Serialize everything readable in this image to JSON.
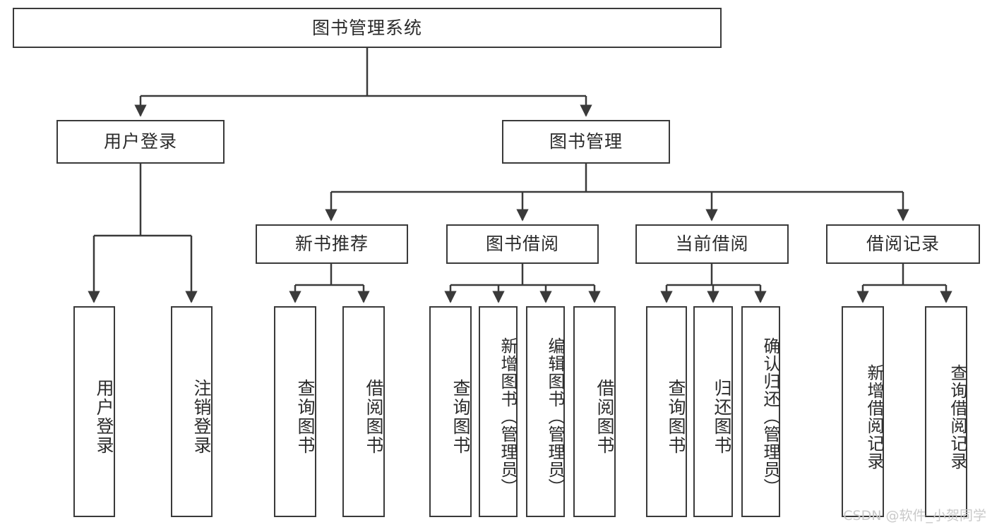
{
  "diagram": {
    "title": "图书管理系统",
    "type": "tree",
    "watermark": "CSDN @软件_小贺同学",
    "colors": {
      "stroke": "#3a3a3a",
      "box_fill": "#ffffff",
      "text": "#2b2b2b",
      "background": "#ffffff",
      "watermark": "#c9c9c9"
    },
    "levels": {
      "level1": "系统",
      "level2": "模块",
      "level3": "子模块",
      "level4": "功能"
    }
  },
  "nodes": {
    "root": {
      "label": "图书管理系统"
    },
    "level2": [
      {
        "label": "用户登录"
      },
      {
        "label": "图书管理"
      }
    ],
    "level3": [
      {
        "label": "新书推荐"
      },
      {
        "label": "图书借阅"
      },
      {
        "label": "当前借阅"
      },
      {
        "label": "借阅记录"
      }
    ],
    "leaves": {
      "user_login": [
        {
          "label": "用户登录"
        },
        {
          "label": "注销登录"
        }
      ],
      "new_book_recommend": [
        {
          "label": "查询图书"
        },
        {
          "label": "借阅图书"
        }
      ],
      "book_borrow": [
        {
          "label": "查询图书"
        },
        {
          "label": "新增图书（管理员）"
        },
        {
          "label": "编辑图书（管理员）"
        },
        {
          "label": "借阅图书"
        }
      ],
      "current_borrow": [
        {
          "label": "查询图书"
        },
        {
          "label": "归还图书"
        },
        {
          "label": "确认归还（管理员）"
        }
      ],
      "borrow_record": [
        {
          "label": "新增借阅记录"
        },
        {
          "label": "查询借阅记录"
        }
      ]
    }
  }
}
